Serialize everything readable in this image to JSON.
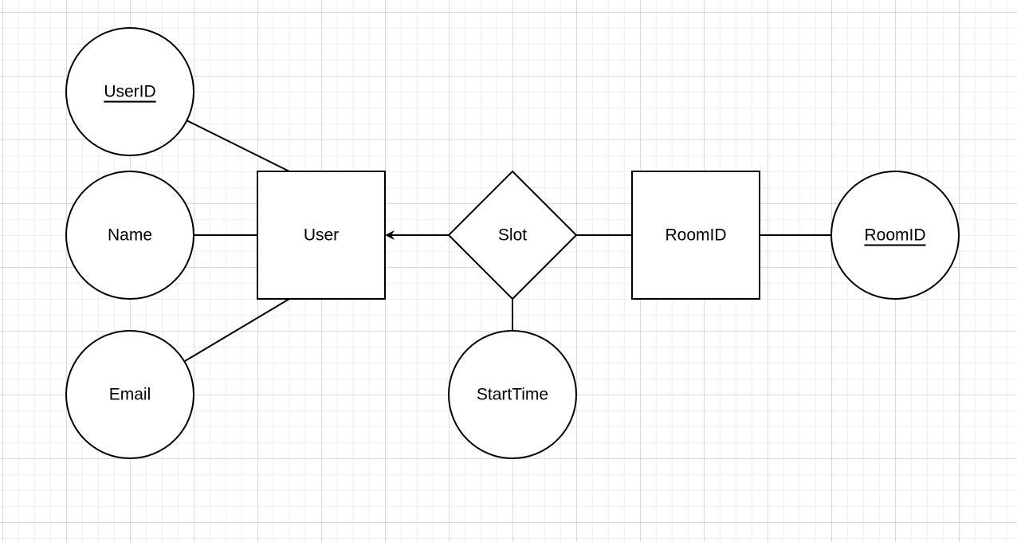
{
  "diagram": {
    "entities": {
      "user": "User",
      "room": "RoomID"
    },
    "relationships": {
      "slot": "Slot"
    },
    "attributes": {
      "user_id": "UserID",
      "name": "Name",
      "email": "Email",
      "start_time": "StartTime",
      "room_id": "RoomID"
    },
    "key_attributes": [
      "UserID",
      "RoomID"
    ],
    "colors": {
      "stroke": "#000000",
      "fill": "#ffffff",
      "grid_major": "#d9d9d9",
      "grid_minor": "#f0f0f0"
    }
  }
}
